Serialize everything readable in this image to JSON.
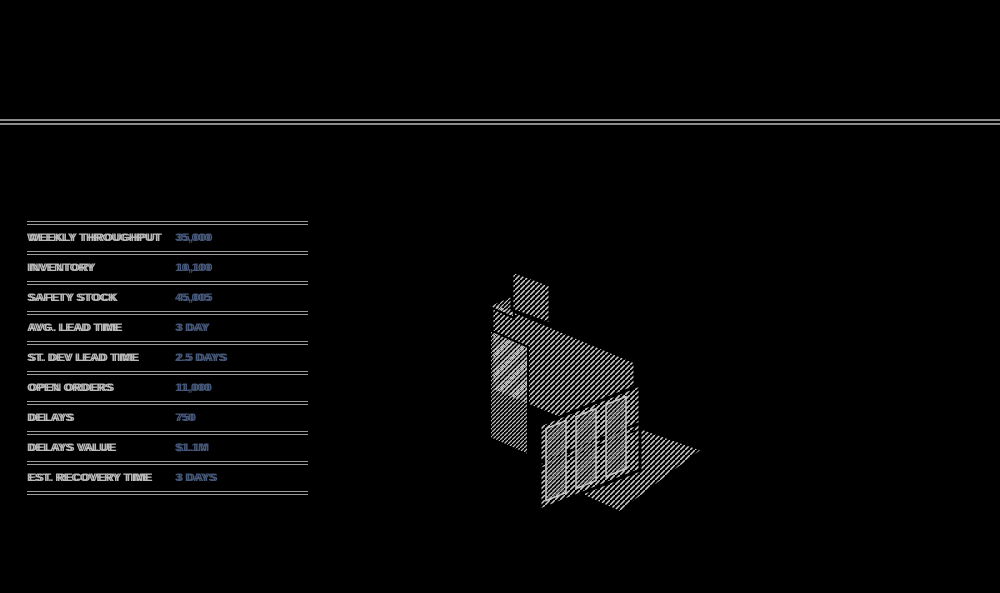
{
  "page": {
    "background": "#000000"
  },
  "header": {
    "rule_color": "#8c8c8c"
  },
  "metrics": {
    "label_color": "#b9b9b9",
    "value_color": "#46587a",
    "line_color": "#9a9a9a",
    "rows": [
      {
        "label": "WEEKLY THROUGHPUT",
        "value": "35,000"
      },
      {
        "label": "INVENTORY",
        "value": "10,100"
      },
      {
        "label": "SAFETY STOCK",
        "value": "45,005"
      },
      {
        "label": "AVG. LEAD TIME",
        "value": "3 DAY"
      },
      {
        "label": "ST. DEV LEAD TIME",
        "value": "2.5 DAYS"
      },
      {
        "label": "OPEN ORDERS",
        "value": "11,000"
      },
      {
        "label": "DELAYS",
        "value": "750"
      },
      {
        "label": "DELAYS VALUE",
        "value": "$1.1M"
      },
      {
        "label": "EST. RECOVERY TIME",
        "value": "3 DAYS"
      }
    ]
  },
  "illustration": {
    "name": "isometric-warehouse-hatched",
    "hatch_color": "#cfcfcf"
  }
}
